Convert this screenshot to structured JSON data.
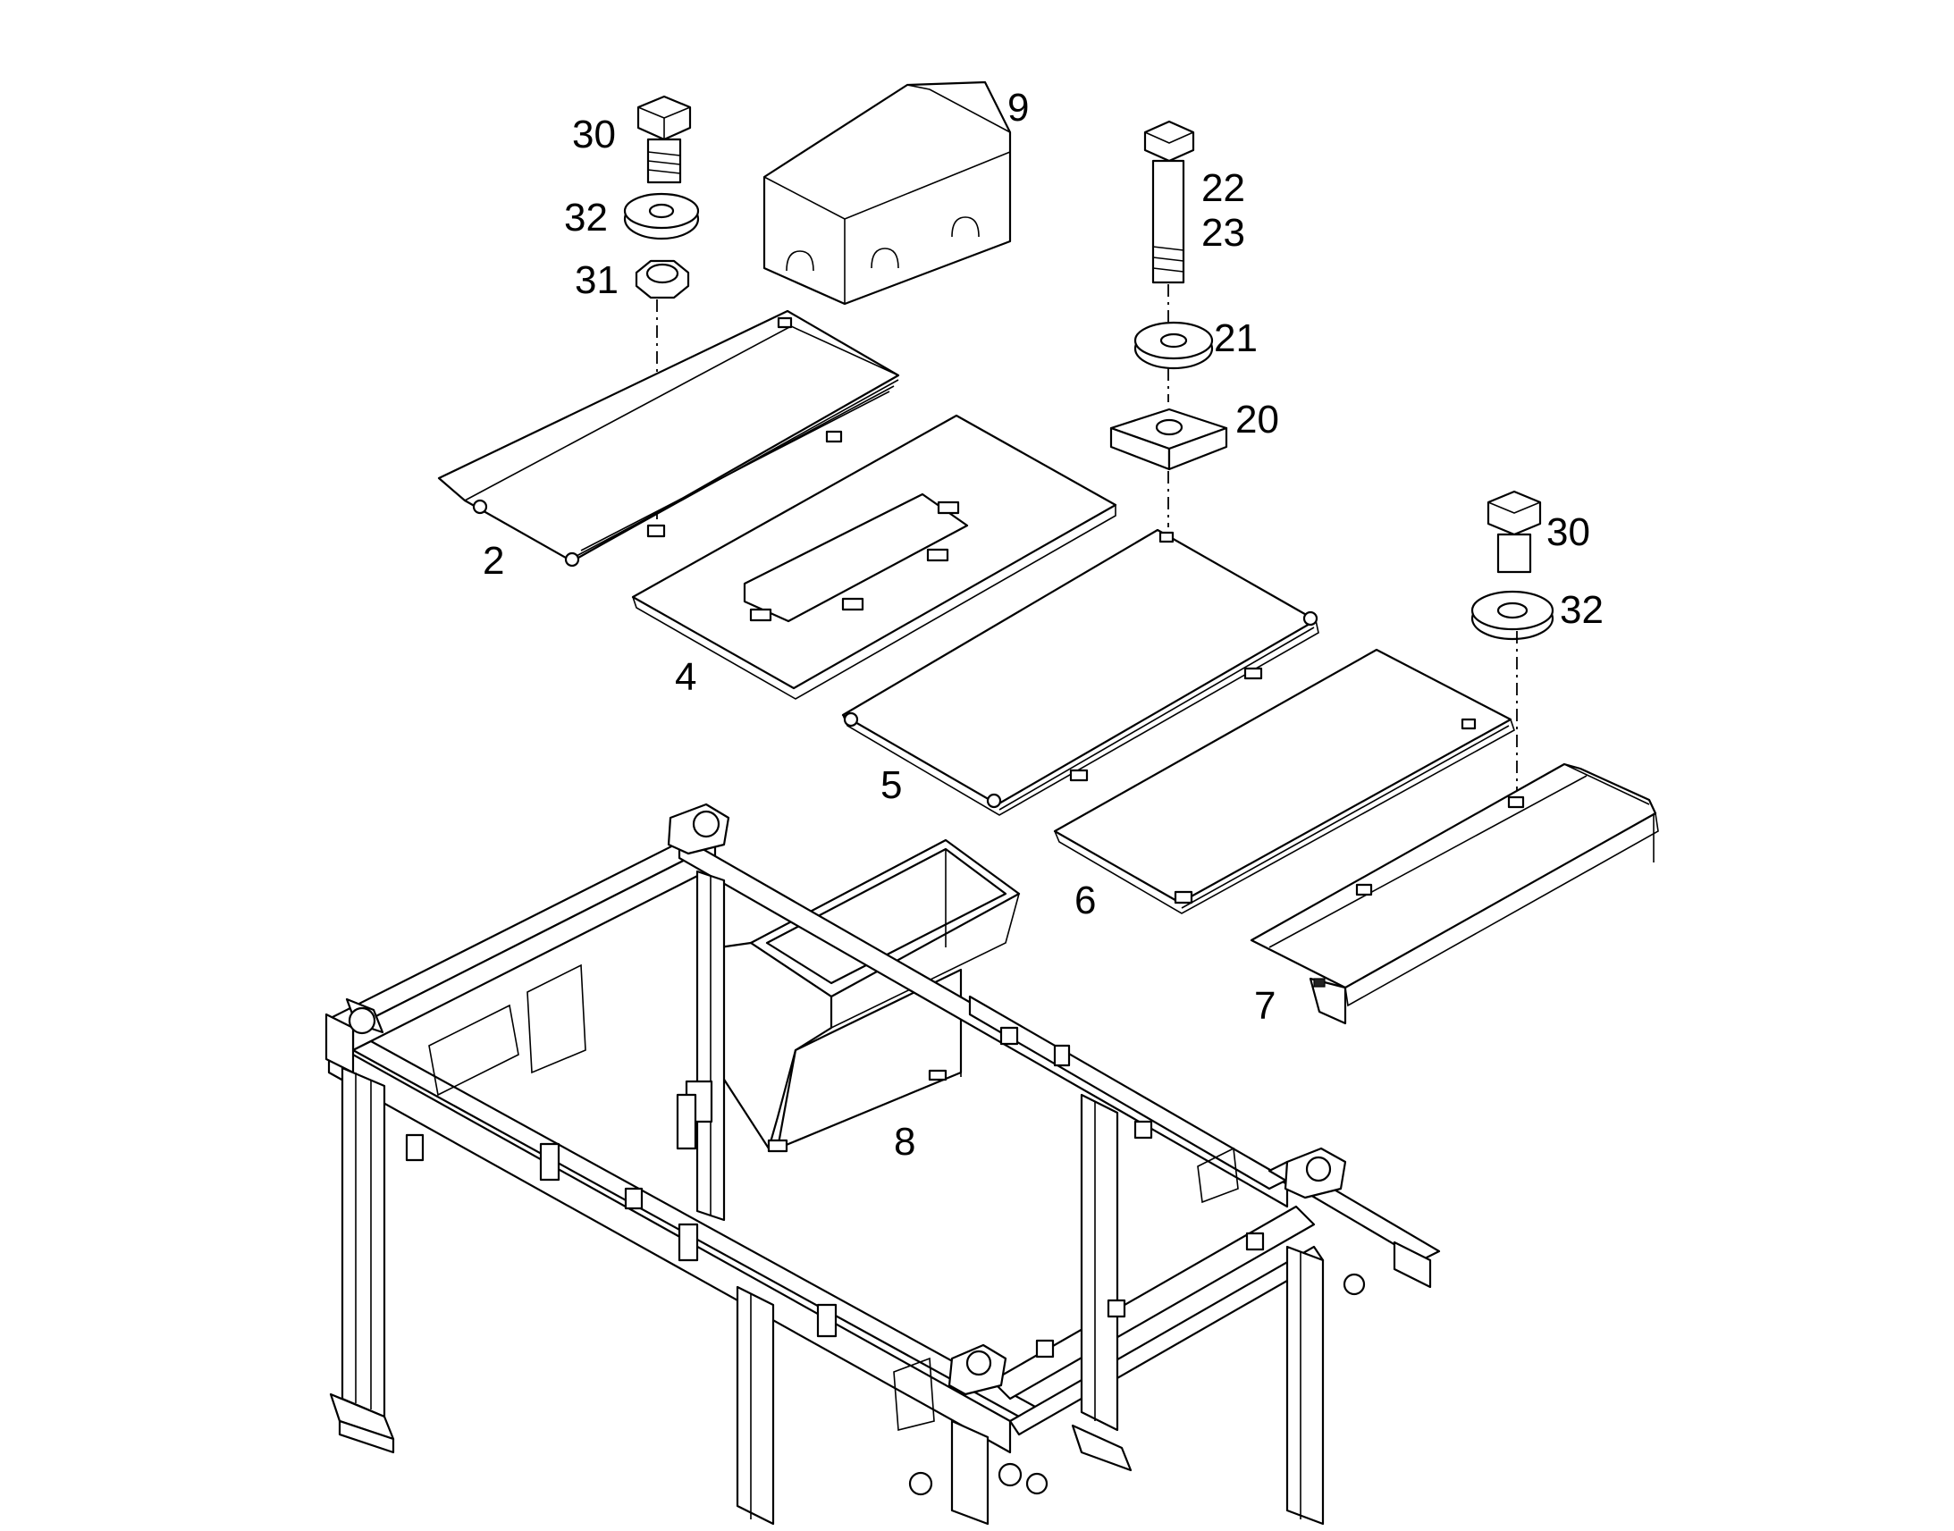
{
  "callouts": {
    "c30a": "30",
    "c32a": "32",
    "c31": "31",
    "c9": "9",
    "c22": "22",
    "c23": "23",
    "c21": "21",
    "c20": "20",
    "c30b": "30",
    "c32b": "32",
    "c2": "2",
    "c4": "4",
    "c5": "5",
    "c6": "6",
    "c7": "7",
    "c8": "8"
  },
  "colors": {
    "line": "#000000",
    "background": "#ffffff"
  }
}
